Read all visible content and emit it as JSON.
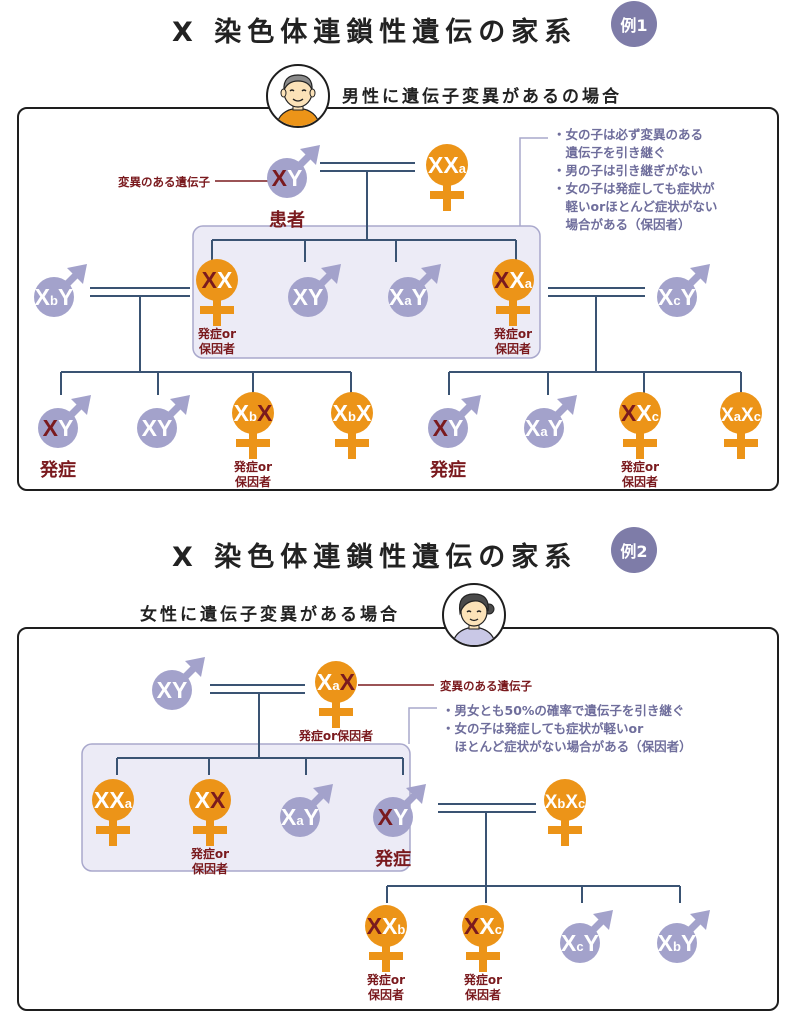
{
  "colors": {
    "male": "#a3a2cb",
    "female": "#ec9418",
    "mutant": "#7a1a1e",
    "line": "#3a5373",
    "group_bg": "#ecebf6",
    "group_border": "#a9a8cc",
    "note_text": "#6f6e9c",
    "badge": "#7e7ca8"
  },
  "example1": {
    "title": "X 染色体連鎖性遺伝の家系",
    "badge": "例1",
    "subtitle": "男性に遺伝子変異があるの場合",
    "avatar": "elderly-man-avatar",
    "mutant_label": "変異のある遺伝子",
    "notes": [
      "・女の子は必ず変異のある",
      "　遺伝子を引き継ぐ",
      "・男の子は引き継ぎがない",
      "・女の子は発症しても症状が",
      "　軽いorほとんど症状がない",
      "　場合がある（保因者）"
    ],
    "people": [
      {
        "id": "father",
        "sex": "male",
        "genes": [
          {
            "t": "X",
            "m": true
          },
          {
            "t": "Y"
          }
        ],
        "label": "患者",
        "label_big": true
      },
      {
        "id": "mother",
        "sex": "female",
        "genes": [
          {
            "t": "X"
          },
          {
            "t": "X"
          },
          {
            "t": "a",
            "sub": true
          }
        ]
      },
      {
        "id": "c1",
        "sex": "female",
        "genes": [
          {
            "t": "X",
            "m": true
          },
          {
            "t": "X"
          }
        ],
        "label": "発症or\n保因者"
      },
      {
        "id": "c2",
        "sex": "male",
        "genes": [
          {
            "t": "X"
          },
          {
            "t": "Y"
          }
        ]
      },
      {
        "id": "c3",
        "sex": "male",
        "genes": [
          {
            "t": "X"
          },
          {
            "t": "a",
            "sub": true
          },
          {
            "t": "Y"
          }
        ]
      },
      {
        "id": "c4",
        "sex": "female",
        "genes": [
          {
            "t": "X",
            "m": true
          },
          {
            "t": "X"
          },
          {
            "t": "a",
            "sub": true
          }
        ],
        "label": "発症or\n保因者"
      },
      {
        "id": "sp1",
        "sex": "male",
        "genes": [
          {
            "t": "X"
          },
          {
            "t": "b",
            "sub": true
          },
          {
            "t": "Y"
          }
        ]
      },
      {
        "id": "sp2",
        "sex": "male",
        "genes": [
          {
            "t": "X"
          },
          {
            "t": "c",
            "sub": true
          },
          {
            "t": "Y"
          }
        ]
      },
      {
        "id": "g1",
        "sex": "male",
        "genes": [
          {
            "t": "X",
            "m": true
          },
          {
            "t": "Y"
          }
        ],
        "label": "発症",
        "label_big": true
      },
      {
        "id": "g2",
        "sex": "male",
        "genes": [
          {
            "t": "X"
          },
          {
            "t": "Y"
          }
        ]
      },
      {
        "id": "g3",
        "sex": "female",
        "genes": [
          {
            "t": "X"
          },
          {
            "t": "b",
            "sub": true
          },
          {
            "t": "X",
            "m": true
          }
        ],
        "label": "発症or\n保因者"
      },
      {
        "id": "g4",
        "sex": "female",
        "genes": [
          {
            "t": "X"
          },
          {
            "t": "b",
            "sub": true
          },
          {
            "t": "X"
          }
        ]
      },
      {
        "id": "g5",
        "sex": "male",
        "genes": [
          {
            "t": "X",
            "m": true
          },
          {
            "t": "Y"
          }
        ],
        "label": "発症",
        "label_big": true
      },
      {
        "id": "g6",
        "sex": "male",
        "genes": [
          {
            "t": "X"
          },
          {
            "t": "a",
            "sub": true
          },
          {
            "t": "Y"
          }
        ]
      },
      {
        "id": "g7",
        "sex": "female",
        "genes": [
          {
            "t": "X",
            "m": true
          },
          {
            "t": "X"
          },
          {
            "t": "c",
            "sub": true
          }
        ],
        "label": "発症or\n保因者"
      },
      {
        "id": "g8",
        "sex": "female",
        "genes": [
          {
            "t": "X"
          },
          {
            "t": "a",
            "sub": true
          },
          {
            "t": "X"
          },
          {
            "t": "c",
            "sub": true
          }
        ]
      }
    ]
  },
  "example2": {
    "title": "X 染色体連鎖性遺伝の家系",
    "badge": "例2",
    "subtitle": "女性に遺伝子変異がある場合",
    "avatar": "elderly-woman-avatar",
    "mutant_label": "変異のある遺伝子",
    "notes": [
      "・男女とも50%の確率で遺伝子を引き継ぐ",
      "・女の子は発症しても症状が軽いor",
      "　ほとんど症状がない場合がある（保因者）"
    ],
    "people": [
      {
        "id": "father",
        "sex": "male",
        "genes": [
          {
            "t": "X"
          },
          {
            "t": "Y"
          }
        ]
      },
      {
        "id": "mother",
        "sex": "female",
        "genes": [
          {
            "t": "X"
          },
          {
            "t": "a",
            "sub": true
          },
          {
            "t": "X",
            "m": true
          }
        ],
        "label": "発症or保因者"
      },
      {
        "id": "c1",
        "sex": "female",
        "genes": [
          {
            "t": "X"
          },
          {
            "t": "X"
          },
          {
            "t": "a",
            "sub": true
          }
        ]
      },
      {
        "id": "c2",
        "sex": "female",
        "genes": [
          {
            "t": "X"
          },
          {
            "t": "X",
            "m": true
          }
        ],
        "label": "発症or\n保因者"
      },
      {
        "id": "c3",
        "sex": "male",
        "genes": [
          {
            "t": "X"
          },
          {
            "t": "a",
            "sub": true
          },
          {
            "t": "Y"
          }
        ]
      },
      {
        "id": "c4",
        "sex": "male",
        "genes": [
          {
            "t": "X",
            "m": true
          },
          {
            "t": "Y"
          }
        ],
        "label": "発症",
        "label_big": true
      },
      {
        "id": "sp",
        "sex": "female",
        "genes": [
          {
            "t": "X"
          },
          {
            "t": "b",
            "sub": true
          },
          {
            "t": "X"
          },
          {
            "t": "c",
            "sub": true
          }
        ]
      },
      {
        "id": "g1",
        "sex": "female",
        "genes": [
          {
            "t": "X",
            "m": true
          },
          {
            "t": "X"
          },
          {
            "t": "b",
            "sub": true
          }
        ],
        "label": "発症or\n保因者"
      },
      {
        "id": "g2",
        "sex": "female",
        "genes": [
          {
            "t": "X",
            "m": true
          },
          {
            "t": "X"
          },
          {
            "t": "c",
            "sub": true
          }
        ],
        "label": "発症or\n保因者"
      },
      {
        "id": "g3",
        "sex": "male",
        "genes": [
          {
            "t": "X"
          },
          {
            "t": "c",
            "sub": true
          },
          {
            "t": "Y"
          }
        ]
      },
      {
        "id": "g4",
        "sex": "male",
        "genes": [
          {
            "t": "X"
          },
          {
            "t": "b",
            "sub": true
          },
          {
            "t": "Y"
          }
        ]
      }
    ]
  }
}
